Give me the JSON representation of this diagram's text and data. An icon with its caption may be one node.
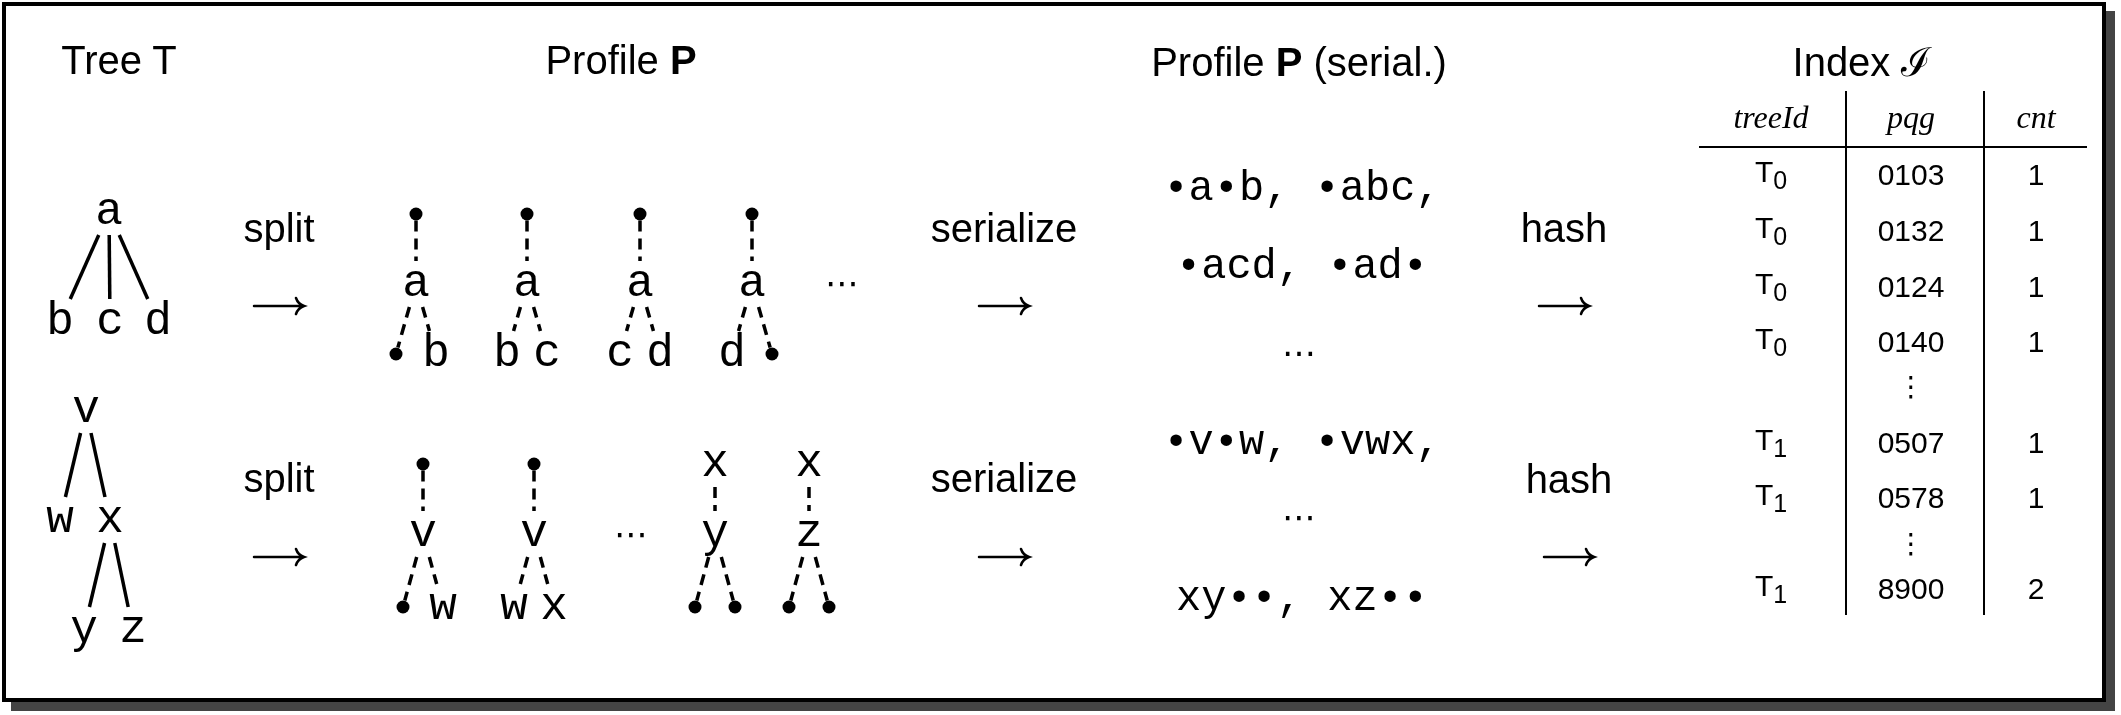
{
  "diagram": {
    "nodes": [
      {
        "text": [
          "a"
        ]
      },
      {
        "text": [
          "b"
        ]
      },
      {
        "text": [
          "c"
        ]
      },
      {
        "text": [
          "d"
        ]
      },
      {
        "text": [],
        "shape": "circle"
      },
      {
        "text": [
          "a"
        ]
      },
      {
        "text": [],
        "shape": "circle"
      },
      {
        "text": [
          "b"
        ]
      },
      {
        "text": [],
        "shape": "circle"
      },
      {
        "text": [
          "a"
        ]
      },
      {
        "text": [
          "b"
        ]
      },
      {
        "text": [
          "c"
        ]
      },
      {
        "text": [],
        "shape": "circle"
      },
      {
        "text": [
          "a"
        ]
      },
      {
        "text": [
          "c"
        ]
      },
      {
        "text": [
          "d"
        ]
      },
      {
        "text": [],
        "shape": "circle"
      },
      {
        "text": [
          "a"
        ]
      },
      {
        "text": [
          "d"
        ]
      },
      {
        "text": [],
        "shape": "circle"
      },
      {
        "text": [
          "v"
        ]
      },
      {
        "text": [
          "w"
        ]
      },
      {
        "text": [
          "x"
        ]
      },
      {
        "text": [
          "y"
        ]
      },
      {
        "text": [
          "z"
        ]
      },
      {
        "text": [],
        "shape": "circle"
      },
      {
        "text": [
          "v"
        ]
      },
      {
        "text": [],
        "shape": "circle"
      },
      {
        "text": [
          "w"
        ]
      },
      {
        "text": [],
        "shape": "circle"
      },
      {
        "text": [
          "v"
        ]
      },
      {
        "text": [
          "w"
        ]
      },
      {
        "text": [
          "x"
        ]
      },
      {
        "text": [
          "x"
        ]
      },
      {
        "text": [
          "y"
        ]
      },
      {
        "text": [],
        "shape": "circle"
      },
      {
        "text": [],
        "shape": "circle"
      },
      {
        "text": [
          "x"
        ]
      },
      {
        "text": [
          "z"
        ]
      },
      {
        "text": [],
        "shape": "circle"
      },
      {
        "text": [],
        "shape": "circle"
      }
    ],
    "edges": [
      {
        "from": 0,
        "to": 1,
        "arrow": "none"
      },
      {
        "from": 0,
        "to": 2,
        "arrow": "none"
      },
      {
        "from": 0,
        "to": 3,
        "arrow": "none"
      },
      {
        "from": 4,
        "to": 5,
        "arrow": "none",
        "style": "dashed"
      },
      {
        "from": 5,
        "to": 6,
        "arrow": "none",
        "style": "dashed"
      },
      {
        "from": 5,
        "to": 7,
        "arrow": "none",
        "style": "dashed"
      },
      {
        "from": 8,
        "to": 9,
        "arrow": "none",
        "style": "dashed"
      },
      {
        "from": 9,
        "to": 10,
        "arrow": "none",
        "style": "dashed"
      },
      {
        "from": 9,
        "to": 11,
        "arrow": "none",
        "style": "dashed"
      },
      {
        "from": 12,
        "to": 13,
        "arrow": "none",
        "style": "dashed"
      },
      {
        "from": 13,
        "to": 14,
        "arrow": "none",
        "style": "dashed"
      },
      {
        "from": 13,
        "to": 15,
        "arrow": "none",
        "style": "dashed"
      },
      {
        "from": 16,
        "to": 17,
        "arrow": "none",
        "style": "dashed"
      },
      {
        "from": 17,
        "to": 18,
        "arrow": "none",
        "style": "dashed"
      },
      {
        "from": 17,
        "to": 19,
        "arrow": "none",
        "style": "dashed"
      },
      {
        "from": 20,
        "to": 21,
        "arrow": "none"
      },
      {
        "from": 20,
        "to": 22,
        "arrow": "none"
      },
      {
        "from": 22,
        "to": 23,
        "arrow": "none"
      },
      {
        "from": 22,
        "to": 24,
        "arrow": "none"
      },
      {
        "from": 25,
        "to": 26,
        "arrow": "none",
        "style": "dashed"
      },
      {
        "from": 26,
        "to": 27,
        "arrow": "none",
        "style": "dashed"
      },
      {
        "from": 26,
        "to": 28,
        "arrow": "none",
        "style": "dashed"
      },
      {
        "from": 29,
        "to": 30,
        "arrow": "none",
        "style": "dashed"
      },
      {
        "from": 30,
        "to": 31,
        "arrow": "none",
        "style": "dashed"
      },
      {
        "from": 30,
        "to": 32,
        "arrow": "none",
        "style": "dashed"
      },
      {
        "from": 33,
        "to": 34,
        "arrow": "none",
        "style": "dashed"
      },
      {
        "from": 34,
        "to": 35,
        "arrow": "none",
        "style": "dashed"
      },
      {
        "from": 34,
        "to": 36,
        "arrow": "none",
        "style": "dashed"
      },
      {
        "from": 37,
        "to": 38,
        "arrow": "none",
        "style": "dashed"
      },
      {
        "from": 38,
        "to": 39,
        "arrow": "none",
        "style": "dashed"
      },
      {
        "from": 38,
        "to": 40,
        "arrow": "none",
        "style": "dashed"
      }
    ],
    "labels": [
      "Tree T",
      "Profile **P**",
      "Profile **P** (serial.)",
      "Index ℐ",
      "split",
      "serialize",
      "•a•b, •abc,",
      "hash",
      "⋯",
      "•acd, •ad•",
      "…",
      "split",
      "⋯",
      "serialize",
      "•v•w, •vwx,",
      "hash",
      "⋯",
      "xy••, xz••",
      "treeId",
      "pqg",
      "cnt",
      "T$_{0}$",
      "0103",
      "1",
      "T$_{0}$",
      "0132",
      "1",
      "T$_{0}$",
      "0124",
      "1",
      "T$_{0}$",
      "0140",
      "1",
      "⋮",
      "T$_{1}$",
      "0507",
      "1",
      "T$_{1}$",
      "0578",
      "1",
      "⋮",
      "T$_{1}$",
      "8900",
      "2"
    ]
  }
}
